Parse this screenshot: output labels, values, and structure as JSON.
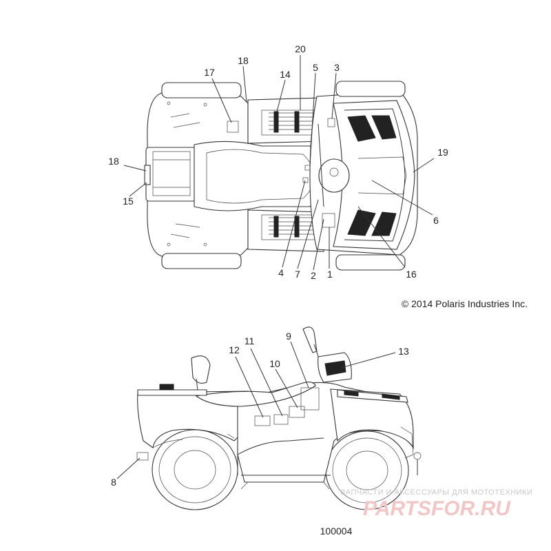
{
  "copyright": "© 2014 Polaris Industries Inc.",
  "figure_number": "100004",
  "watermark": {
    "tagline": "ЗАПЧАСТИ И АКСЕССУАРЫ ДЛЯ МОТОТЕХНИКИ",
    "logo": "PARTSFOR.RU"
  },
  "top_view": {
    "callouts": [
      "1",
      "2",
      "3",
      "4",
      "5",
      "6",
      "7",
      "14",
      "15",
      "16",
      "17",
      "18",
      "18",
      "19",
      "20"
    ]
  },
  "side_view": {
    "callouts": [
      "8",
      "9",
      "10",
      "11",
      "12",
      "13"
    ]
  }
}
